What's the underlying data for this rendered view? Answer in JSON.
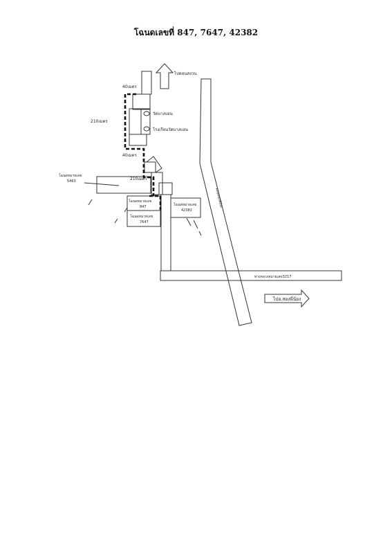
{
  "title": "โฉนดเลขที่ 847, 7647, 42382",
  "labels": {
    "to_top": "ไปดอนสงวน",
    "to_songphinong": "ไปอ.สองพี่น้อง",
    "dist_40_top": "40เมตร",
    "dist_210_left": "210เมตร",
    "dist_40_mid": "40เมตร",
    "dist_210_lower": "210เมตร",
    "temple": "วัดบางบอน",
    "school": "โรงเรียนวัดบางบอน",
    "deed_5463_label": "โฉนดหมายเลข",
    "deed_5463_num": "5463",
    "deed_847_label": "โฉนดหมายเลข",
    "deed_847_num": "847",
    "deed_7647_label": "โฉนดหมายเลข",
    "deed_7647_num": "7647",
    "deed_42382_label": "โฉนดหมายเลข",
    "deed_42382_num": "42382",
    "canal": "คลองสองพี่น้อง",
    "highway": "ทางหลวงหมายเลข3217"
  },
  "colors": {
    "line": "#333333",
    "route": "#111111"
  }
}
